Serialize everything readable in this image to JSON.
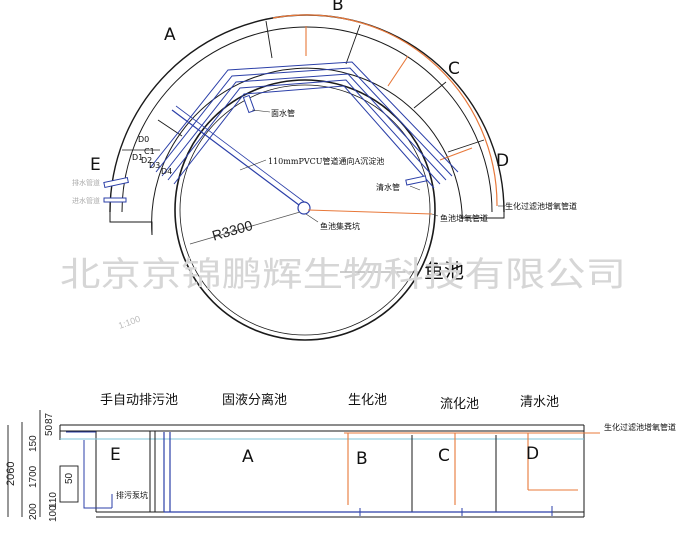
{
  "plan": {
    "zones": {
      "a": "A",
      "b": "B",
      "c": "C",
      "d": "D",
      "e": "E"
    },
    "radius_label": "R3300",
    "pipe_labels": {
      "surface_water": "面水管",
      "pvcu": "110mmPVCU管道通向A沉淀池",
      "clear_water": "清水管",
      "bio_filter_oxygen": "生化过滤池增氧管道",
      "pond_oxygen": "鱼池增氧管道",
      "manure_pit": "鱼池集粪坑",
      "left_pipe_1": "排水管道",
      "left_pipe_2": "进水管道"
    },
    "pipe_tags": [
      "D0",
      "C1",
      "D1",
      "D2",
      "D3",
      "D4"
    ],
    "pond_label": "鱼池",
    "watermark": "北京京锦鹏辉生物科技有限公司",
    "scale_mark": "1:100"
  },
  "section": {
    "titles": [
      "手自动排污池",
      "固液分离池",
      "生化池",
      "流化池",
      "清水池"
    ],
    "zones": [
      "E",
      "A",
      "B",
      "C",
      "D"
    ],
    "right_pipe_label": "生化过滤池增氧管道",
    "sump_label": "排污泵坑",
    "dims": {
      "outer": "2060",
      "d87": "87",
      "d50": "50",
      "d150": "150",
      "d1700": "1700",
      "d200": "200",
      "d110": "110",
      "d100": "100",
      "d50b": "50"
    }
  },
  "colors": {
    "line": "#1a1a1a",
    "pipe_blue": "#2b3fa8",
    "pipe_orange": "#e8783a",
    "water": "#7fc6d9"
  }
}
